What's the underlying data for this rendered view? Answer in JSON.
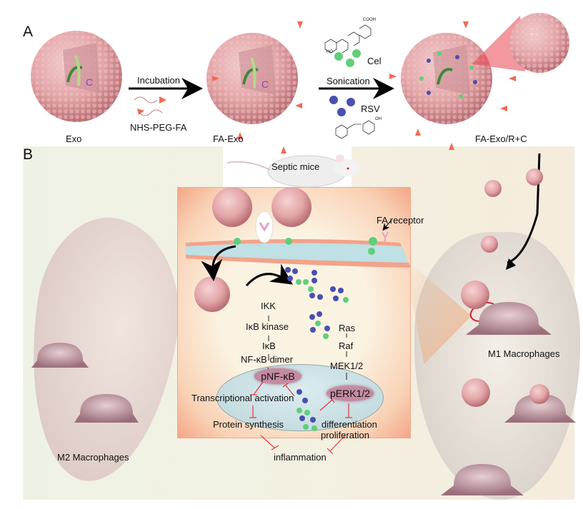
{
  "panelA": {
    "letter": "A",
    "labels": {
      "exo": "Exo",
      "fa_exo": "FA-Exo",
      "fa_exo_rc": "FA-Exo/R+C",
      "incubation": "Incubation",
      "nhs_peg_fa": "NHS-PEG-FA",
      "sonication": "Sonication",
      "cel": "Cel",
      "rsv": "RSV"
    },
    "chem": {
      "cooh": "COOH",
      "ho": "HO",
      "oh": "OH"
    }
  },
  "panelB": {
    "letter": "B",
    "septic_mice": "Septic mice",
    "fa_receptor": "FA receptor",
    "m1": "M1 Macrophages",
    "m2": "M2 Macrophages",
    "nfkb_pathway": [
      "IKK",
      "IκB kinase",
      "IκB",
      "NF-κB dimer"
    ],
    "erk_pathway": [
      "Ras",
      "Raf",
      "MEK1/2"
    ],
    "pnfkb": "pNF-κB",
    "perk": "pERK1/2",
    "transcriptional": "Transcriptional activation",
    "protein_synthesis": "Protein synthesis",
    "differentiation": "differentiation",
    "proliferation": "proliferation",
    "inflammation": "inflammation"
  },
  "colors": {
    "exosome": "#e3a5a8",
    "cell_panel": "#f4a98c",
    "nucleus": "#cfe3e6",
    "inhibit": "#e03a3a",
    "rsv": "#4a4fb0",
    "cel": "#5fcf7a",
    "pill": "#c58aa2"
  }
}
